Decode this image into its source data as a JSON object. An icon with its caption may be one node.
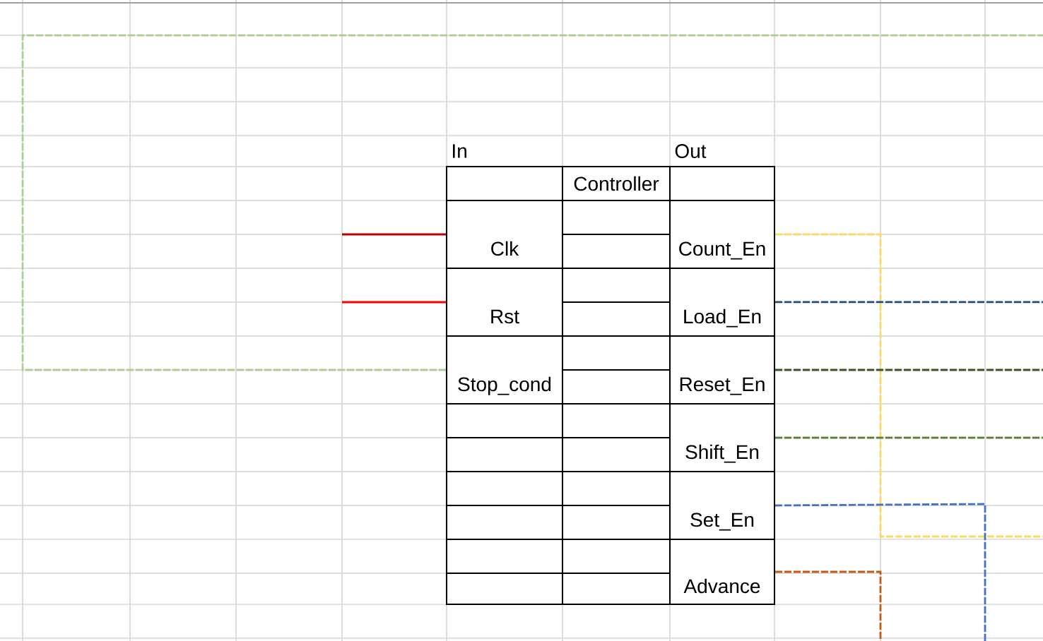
{
  "diagram": {
    "nodes": [
      {
        "text": [
          "Controller"
        ]
      },
      {
        "text": [
          "Clk"
        ]
      },
      {
        "text": [
          "Rst"
        ]
      },
      {
        "text": [
          "Stop_cond"
        ]
      },
      {
        "text": [
          "Count_En"
        ]
      },
      {
        "text": [
          "Load_En"
        ]
      },
      {
        "text": [
          "Reset_En"
        ]
      },
      {
        "text": [
          "Shift_En"
        ]
      },
      {
        "text": [
          "Set_En"
        ]
      },
      {
        "text": [
          "Advance"
        ]
      }
    ],
    "edges": [
      {
        "from": null,
        "to": 1,
        "arrow": "none",
        "color": "#c00000"
      },
      {
        "from": null,
        "to": 2,
        "arrow": "none",
        "color": "#ff0000"
      },
      {
        "from": 3,
        "to": null,
        "arrow": "none",
        "style": "dashed",
        "color": "#a9d08e"
      },
      {
        "from": 4,
        "to": null,
        "arrow": "none",
        "style": "dashed",
        "color": "#ffd966"
      },
      {
        "from": 5,
        "to": null,
        "arrow": "none",
        "style": "dashed",
        "color": "#1f4e78"
      },
      {
        "from": 6,
        "to": null,
        "arrow": "none",
        "style": "dashed",
        "color": "#375623"
      },
      {
        "from": 7,
        "to": null,
        "arrow": "none",
        "style": "dashed",
        "color": "#548235"
      },
      {
        "from": 8,
        "to": null,
        "arrow": "none",
        "style": "dashed",
        "color": "#4472c4"
      },
      {
        "from": 9,
        "to": null,
        "arrow": "none",
        "style": "dashed",
        "color": "#c55a11"
      }
    ],
    "labels": [
      "In",
      "Out"
    ]
  }
}
